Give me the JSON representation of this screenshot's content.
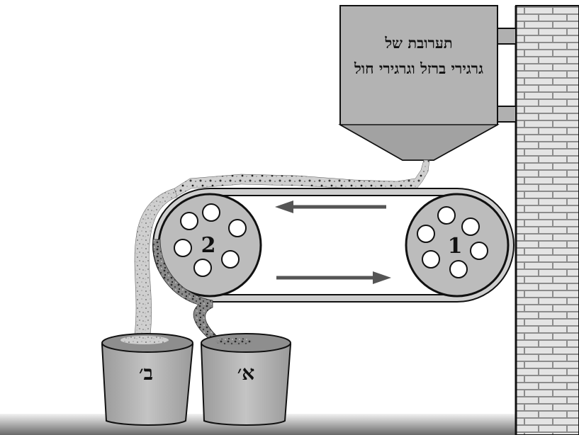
{
  "hopper": {
    "line1": "תערובת של",
    "line2": "גרגירי ברזל וגרגירי חול"
  },
  "drums": {
    "left": "2",
    "right": "1"
  },
  "buckets": {
    "left": "ב׳",
    "right": "א׳"
  },
  "colors": {
    "wall": "#8a8a8a",
    "brick": "#e2e2e2",
    "metal": "#b5b5b5",
    "belt": "#6e6e6e",
    "outline": "#111111"
  }
}
